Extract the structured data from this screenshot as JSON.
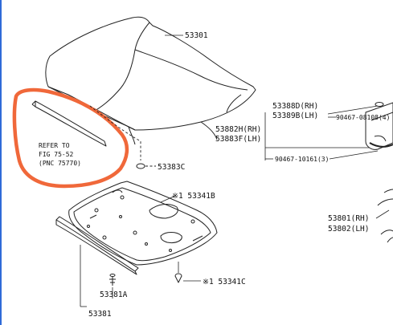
{
  "colors": {
    "annotation_circle": "#f0683a",
    "left_edge_bar": "#2f6bd8",
    "line": "#222222"
  },
  "labels": {
    "p53301": "53301",
    "p53388d": "53388D(RH)",
    "p53389b": "53389B(LH)",
    "p90467_08108": "90467-08108(4)",
    "p53882h": "53882H(RH)",
    "p53883f": "53883F(LH)",
    "p90467_10161": "90467-10161(3)",
    "p53383c": "53383C",
    "p53341b": "※1 53341B",
    "p53801": "53801(RH)",
    "p53802": "53802(LH)",
    "p53341c": "※1 53341C",
    "p53381a": "53381A",
    "p53381": "53381"
  },
  "reference_note": {
    "line1": "REFER TO",
    "line2": "FIG 75-52",
    "line3": "(PNC 75770)"
  }
}
